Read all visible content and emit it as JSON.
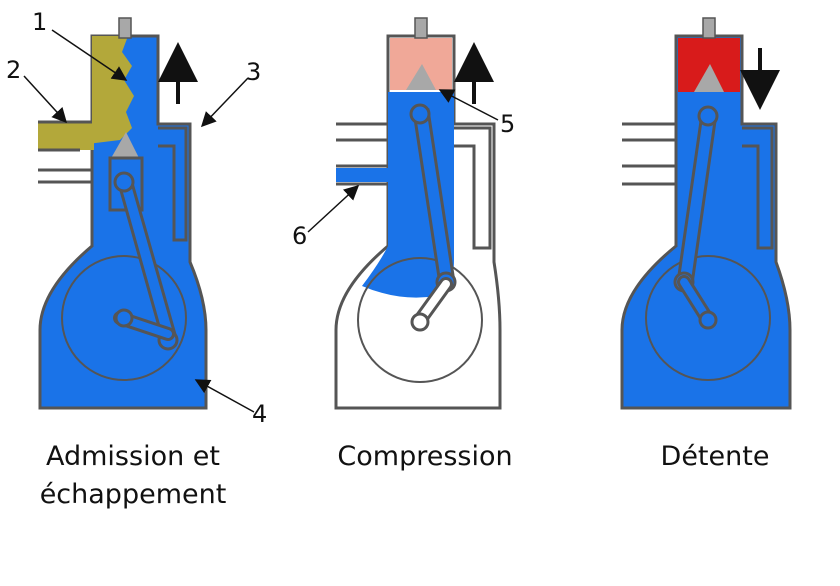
{
  "labels": {
    "n1": "1",
    "n2": "2",
    "n3": "3",
    "n4": "4",
    "n5": "5",
    "n6": "6"
  },
  "stages": [
    {
      "caption_line1": "Admission et",
      "caption_line2": "échappement",
      "piston_direction": "up"
    },
    {
      "caption_line1": "Compression",
      "caption_line2": "",
      "piston_direction": "up"
    },
    {
      "caption_line1": "Détente",
      "caption_line2": "",
      "piston_direction": "down"
    }
  ],
  "colors": {
    "fresh_mixture": "#1a73e8",
    "exhaust_gas": "#b3a83a",
    "compressed_gas": "#f0a898",
    "combustion": "#d81b1b",
    "piston": "#a8a8a8",
    "wall": "#555555"
  }
}
